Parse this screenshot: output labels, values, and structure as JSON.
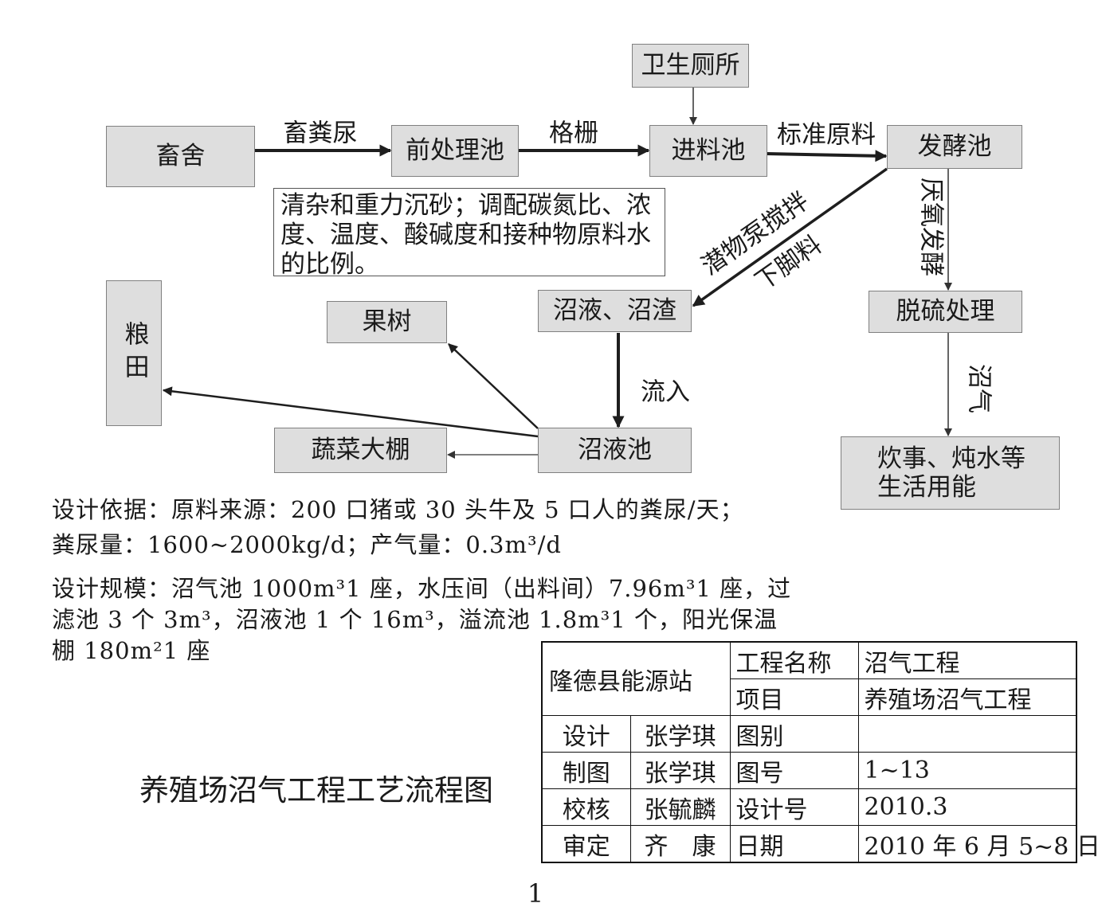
{
  "diagram": {
    "nodes": {
      "toilet": "卫生厕所",
      "barn": "畜舍",
      "pretreatment_tank": "前处理池",
      "feed_tank": "进料池",
      "fermentation_tank": "发酵池",
      "pretreatment_note": [
        "清杂和重力沉砂；调配碳氮比、浓",
        "度、温度、酸碱度和接种物原料水",
        "的比例。"
      ],
      "grain_field": "粮田",
      "fruit_trees": "果树",
      "slurry_and_residue": "沼液、沼渣",
      "desulfurization": "脱硫处理",
      "vegetable_greenhouse": "蔬菜大棚",
      "slurry_pool": "沼液池",
      "domestic_energy": [
        "炊事、炖水等",
        "生活用能"
      ]
    },
    "edge_labels": {
      "manure": "畜粪尿",
      "grille": "格栅",
      "standard_feed": "标准原料",
      "anaerobic_fermentation": "厌氧发酵",
      "pump_stirring": "潜物泵搅拌",
      "leftover_material": "下脚料",
      "flow_in": "流入",
      "biogas": "沼气"
    }
  },
  "design_basis": [
    "设计依据：原料来源：200 口猪或 30 头牛及 5 口人的粪尿/天；",
    "粪尿量：1600~2000kg/d；产气量：0.3m³/d"
  ],
  "design_scale": [
    "设计规模：沼气池 1000m³1 座，水压间（出料间）7.96m³1 座，过",
    "滤池 3 个 3m³，沼液池 1 个 16m³，溢流池 1.8m³1 个，阳光保温",
    "棚 180m²1 座"
  ],
  "drawing_title": "养殖场沼气工程工艺流程图",
  "title_block": {
    "organization": "隆德县能源站",
    "project_rows": [
      {
        "label": "工程名称",
        "value": "沼气工程"
      },
      {
        "label": "项目",
        "value": "养殖场沼气工程"
      }
    ],
    "sign_rows": [
      {
        "role": "设计",
        "person": "张学琪",
        "label": "图别"
      },
      {
        "role": "制图",
        "person": "张学琪",
        "label": "图号",
        "value": "1~13"
      },
      {
        "role": "校核",
        "person": "张毓麟",
        "label": "设计号",
        "value": "2010.3"
      },
      {
        "role": "审定",
        "person": "齐　康",
        "label": "日期",
        "value": "2010 年 6 月 5~8 日"
      }
    ]
  },
  "page_number": "1",
  "colors": {
    "node_fill": "#dedede",
    "node_border": "#808080",
    "line": "#1e1e1e"
  }
}
